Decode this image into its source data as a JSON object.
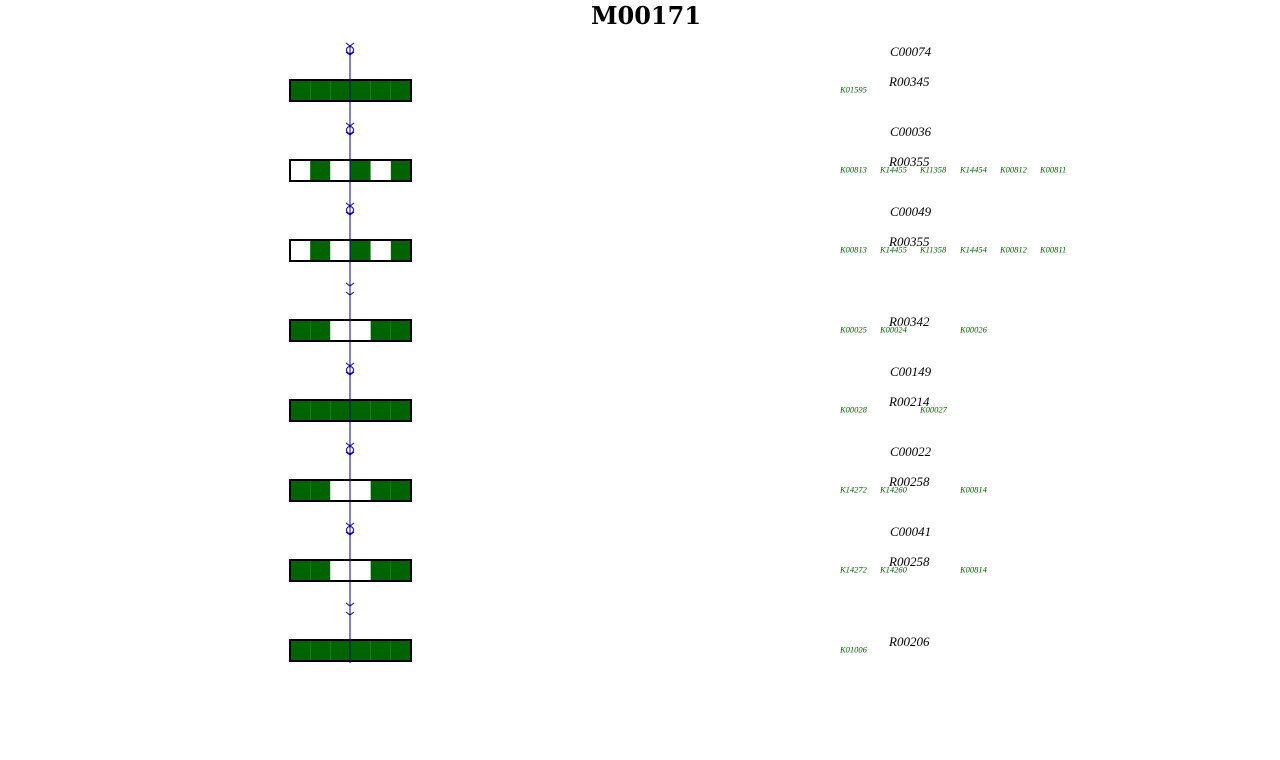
{
  "title": "M00171",
  "colors": {
    "filled": "#006400",
    "empty": "#ffffff",
    "line": "#00008b",
    "ko_text": "#006400",
    "border": "#000000"
  },
  "compounds": [
    "C00074",
    "C00036",
    "C00049",
    "",
    "C00149",
    "C00022",
    "C00041",
    ""
  ],
  "steps": [
    {
      "reaction": "R00345",
      "blocks": [
        1,
        1,
        1,
        1,
        1,
        1
      ],
      "kos": [
        "K01595"
      ]
    },
    {
      "reaction": "R00355",
      "blocks": [
        0,
        1,
        0,
        1,
        0,
        1
      ],
      "kos": [
        "K00813",
        "K14455",
        "K11358",
        "K14454",
        "K00812",
        "K00811"
      ]
    },
    {
      "reaction": "R00355",
      "blocks": [
        0,
        1,
        0,
        1,
        0,
        1
      ],
      "kos": [
        "K00813",
        "K14455",
        "K11358",
        "K14454",
        "K00812",
        "K00811"
      ]
    },
    {
      "reaction": "R00342",
      "blocks": [
        1,
        1,
        0,
        0,
        1,
        1
      ],
      "kos": [
        "K00025",
        "K00024",
        "",
        "K00026"
      ]
    },
    {
      "reaction": "R00214",
      "blocks": [
        1,
        1,
        1,
        1,
        1,
        1
      ],
      "kos": [
        "K00028",
        "",
        "K00027"
      ]
    },
    {
      "reaction": "R00258",
      "blocks": [
        1,
        1,
        0,
        0,
        1,
        1
      ],
      "kos": [
        "K14272",
        "K14260",
        "",
        "K00814"
      ]
    },
    {
      "reaction": "R00258",
      "blocks": [
        1,
        1,
        0,
        0,
        1,
        1
      ],
      "kos": [
        "K14272",
        "K14260",
        "",
        "K00814"
      ]
    },
    {
      "reaction": "R00206",
      "blocks": [
        1,
        1,
        1,
        1,
        1,
        1
      ],
      "kos": [
        "K01006"
      ]
    }
  ]
}
